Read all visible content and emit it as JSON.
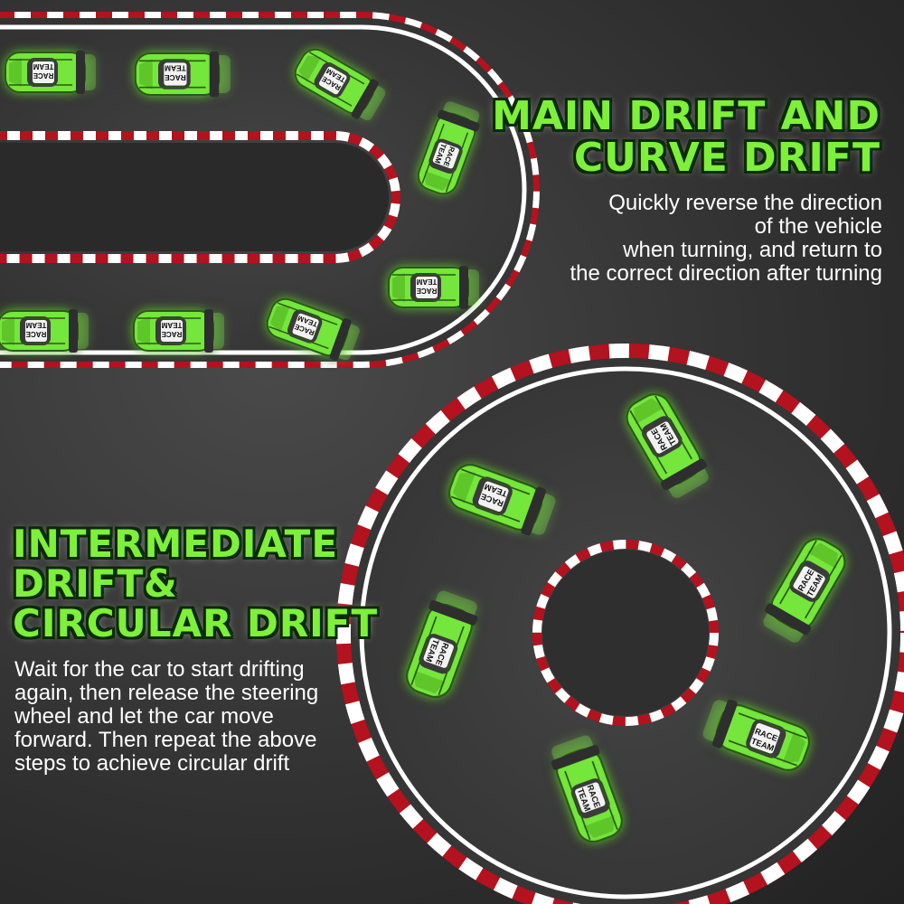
{
  "colors": {
    "accent_green": "#7ef03a",
    "car_body": "#74e63a",
    "car_dark": "#2e2e2e",
    "track_asphalt": "#3a3a3a",
    "curb_red": "#b3121e",
    "curb_white": "#ffffff"
  },
  "section_top": {
    "title_lines": [
      "MAIN DRIFT AND",
      "CURVE DRIFT"
    ],
    "description_lines": [
      "Quickly reverse the direction",
      "of the vehicle",
      "when turning, and return to",
      "the correct direction after turning"
    ]
  },
  "section_bottom": {
    "title_lines": [
      "INTERMEDIATE",
      "DRIFT&",
      "CIRCULAR DRIFT"
    ],
    "description_lines": [
      "Wait for the car to start drifting",
      "again, then release the steering",
      "wheel and let the car move",
      "forward. Then repeat the above",
      "steps to achieve circular drift"
    ]
  },
  "car_decal_text": [
    "RACE",
    "TEAM"
  ],
  "icons": [
    "rc-drift-car-icon",
    "race-track-icon",
    "circular-track-icon"
  ]
}
